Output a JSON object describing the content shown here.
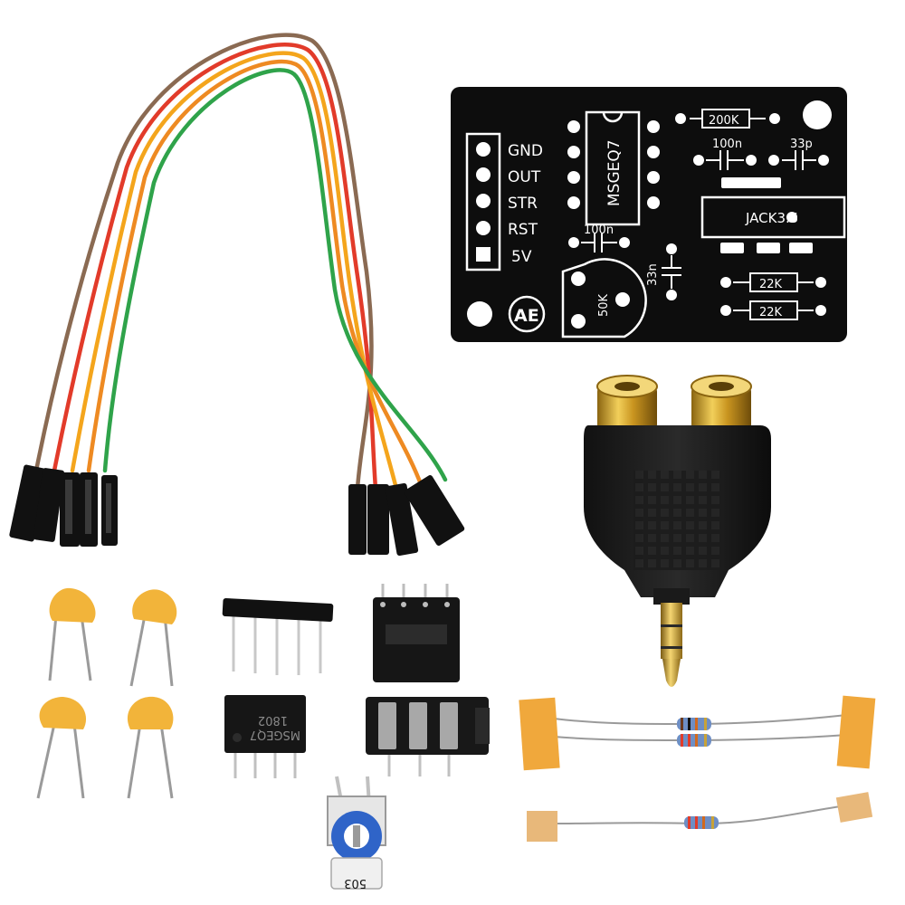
{
  "pcb": {
    "pin_labels": [
      "GND",
      "OUT",
      "STR",
      "RST",
      "5V"
    ],
    "chip_label": "MSGEQ7",
    "r_200k": "200K",
    "c_100n_top": "100n",
    "c_33p": "33p",
    "c_100n_bottom": "100n",
    "c_33n": "33n",
    "pot_label": "50K",
    "jack_label": "JACK3.5",
    "r_22k_a": "22K",
    "r_22k_b": "22K",
    "logo": "AE"
  },
  "ic": {
    "marking_1": "MSGEQ7",
    "marking_2": "1802"
  },
  "trimmer": {
    "marking": "503"
  },
  "colors": {
    "pcb": "#0d0d0d",
    "silkscreen": "#ffffff",
    "cable": [
      "#8a6a52",
      "#e23b2a",
      "#f4a51c",
      "#ee8a22",
      "#2fa34a"
    ],
    "capacitor": "#f2b43a",
    "gold": "#d4a12a",
    "tape": "#f0a83c"
  },
  "icons": {
    "pcb": "msgeq7-breakout-board-icon",
    "cable": "dupont-jumper-cable-icon",
    "adapter": "rca-y-splitter-icon",
    "capacitor": "ceramic-capacitor-icon",
    "header": "pin-header-icon",
    "socket": "dip8-socket-icon",
    "ic": "dip8-ic-icon",
    "jack": "audio-jack-icon",
    "pot": "trimmer-pot-icon",
    "resistor": "resistor-icon"
  }
}
